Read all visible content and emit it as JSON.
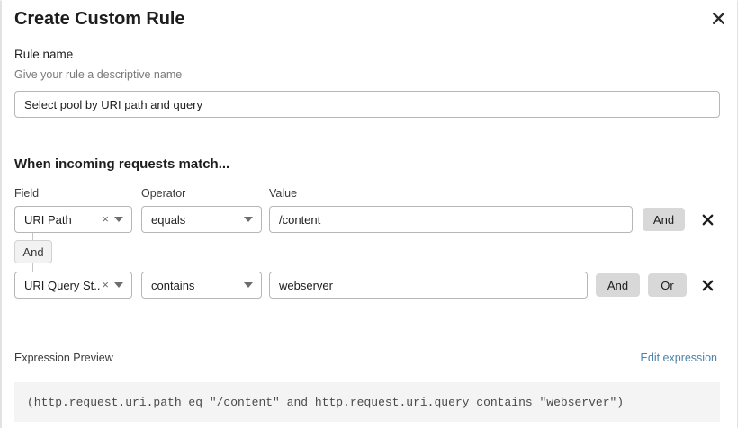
{
  "modal": {
    "title": "Create Custom Rule",
    "close_icon": "close-icon"
  },
  "rule_name": {
    "label": "Rule name",
    "sublabel": "Give your rule a descriptive name",
    "value": "Select pool by URI path and query",
    "placeholder": "Enter rule name"
  },
  "match_section": {
    "heading": "When incoming requests match...",
    "columns": {
      "field": "Field",
      "operator": "Operator",
      "value": "Value"
    },
    "connector": {
      "label": "And"
    },
    "rows": [
      {
        "field": "URI Path",
        "operator": "equals",
        "value": "/content",
        "value_placeholder": "Enter value",
        "clear_icon": "clear-icon",
        "caret_icon": "chevron-down-icon",
        "remove_icon": "close-icon",
        "buttons": [
          {
            "label": "And",
            "name": "and-button"
          }
        ]
      },
      {
        "field": "URI Query St...",
        "operator": "contains",
        "value": "webserver",
        "value_placeholder": "Enter value",
        "clear_icon": "clear-icon",
        "caret_icon": "chevron-down-icon",
        "remove_icon": "close-icon",
        "buttons": [
          {
            "label": "And",
            "name": "and-button"
          },
          {
            "label": "Or",
            "name": "or-button"
          }
        ]
      }
    ]
  },
  "expression_preview": {
    "label": "Expression Preview",
    "edit_link": "Edit expression",
    "expression": "(http.request.uri.path eq \"/content\" and http.request.uri.query contains \"webserver\")"
  },
  "colors": {
    "link": "#4f82a8",
    "button_bg": "#d8d8d8",
    "chip_bg": "#f2f2f2",
    "expr_bg": "#f4f4f4",
    "border": "#b6b6b6"
  }
}
